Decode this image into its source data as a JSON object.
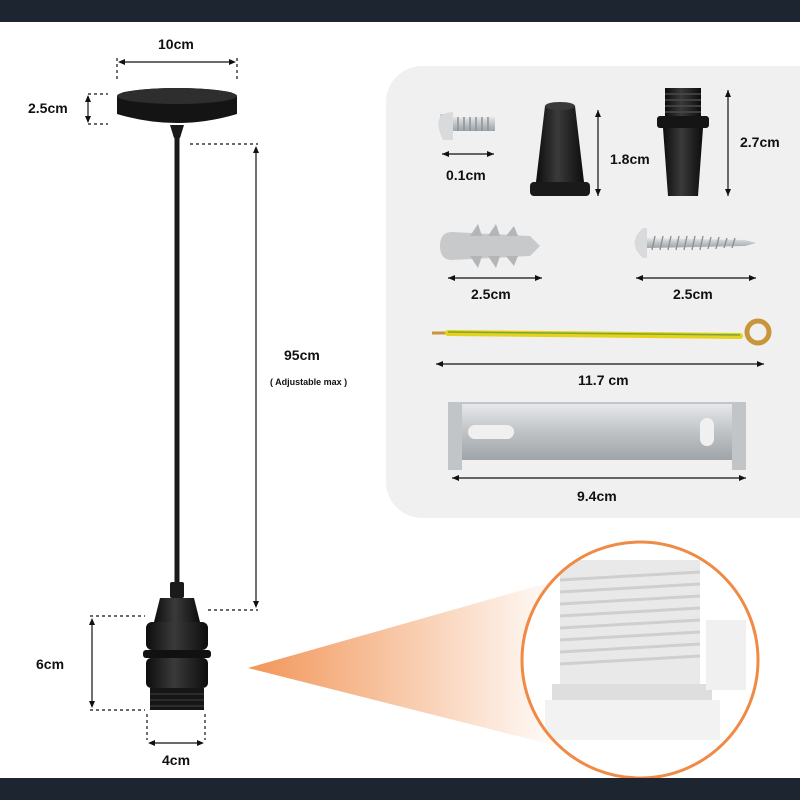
{
  "dimensions": {
    "canopy_diameter": "10cm",
    "canopy_height": "2.5cm",
    "cable_length": "95cm",
    "cable_note": "( Adjustable max )",
    "holder_height": "6cm",
    "holder_width": "4cm"
  },
  "accessories": {
    "bolt_length": "0.1cm",
    "cable_grip_height": "1.8cm",
    "threaded_nipple_height": "2.7cm",
    "wall_plug_length": "2.5cm",
    "wood_screw_length": "2.5cm",
    "ground_wire_length": "11.7 cm",
    "bracket_length": "9.4cm"
  },
  "colors": {
    "frame_bar": "#1d2530",
    "panel_bg": "#f0f0f0",
    "accent_orange": "#f08a45",
    "metal_black": "#1a1a1a",
    "ground_wire": "#e6d21a"
  }
}
